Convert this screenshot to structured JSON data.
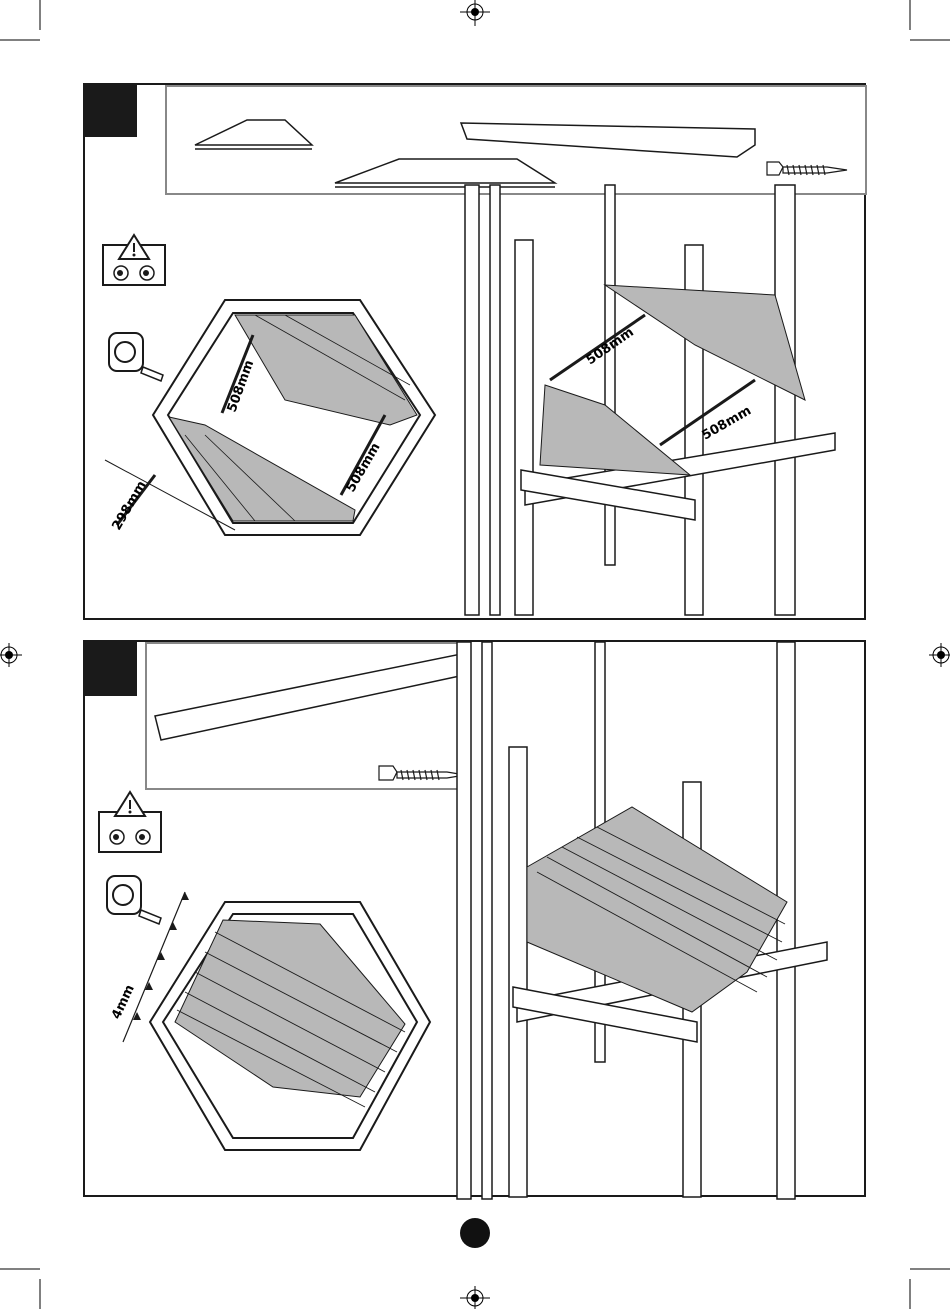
{
  "step1": {
    "dimensions": {
      "width_a": "508mm",
      "width_b": "508mm",
      "offset": "298mm"
    },
    "scene_dimensions": {
      "gap_top": "508mm",
      "gap_bottom": "508mm"
    }
  },
  "step2": {
    "dimensions": {
      "spacing": "4mm"
    }
  },
  "colors": {
    "ink": "#1a1a1a",
    "board_fill": "#b8b8b8",
    "frame_gray": "#888888"
  },
  "icons": [
    "warning-icon",
    "eyes-icon",
    "tape-measure-icon",
    "screw-icon",
    "registration-mark-icon"
  ]
}
